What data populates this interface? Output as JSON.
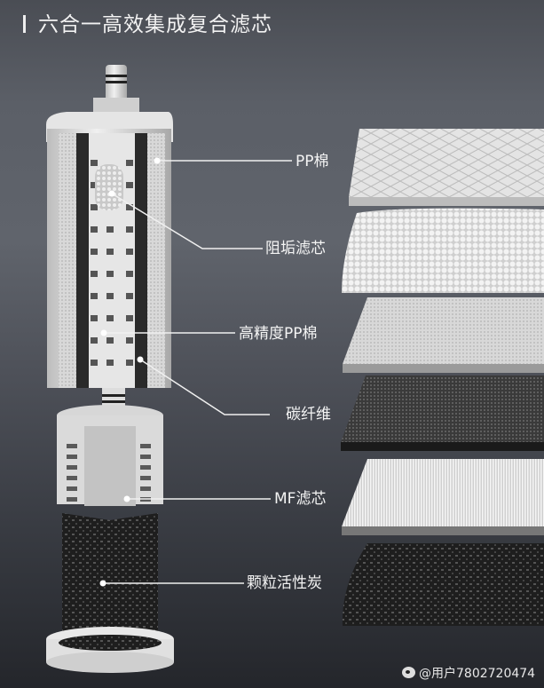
{
  "title": "六合一高效集成复合滤芯",
  "labels": [
    {
      "id": "pp-cotton",
      "text": "PP棉"
    },
    {
      "id": "scale-inhibitor",
      "text": "阻垢滤芯"
    },
    {
      "id": "high-precision-pp",
      "text": "高精度PP棉"
    },
    {
      "id": "carbon-fiber",
      "text": "碳纤维"
    },
    {
      "id": "mf-filter",
      "text": "MF滤芯"
    },
    {
      "id": "granular-activated-carbon",
      "text": "颗粒活性炭"
    }
  ],
  "watermark": {
    "icon": "weibo-icon",
    "text": "@用户7802720474"
  },
  "colors": {
    "background_top": "#5b5f67",
    "background_bottom": "#24262b",
    "text": "#f4f4f4"
  }
}
